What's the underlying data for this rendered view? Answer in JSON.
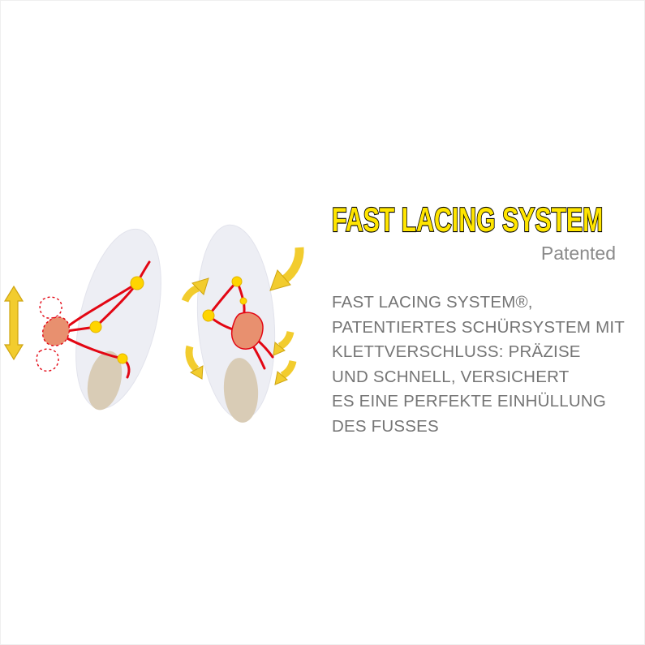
{
  "content": {
    "title": "FAST LACING SYSTEM",
    "patented": "Patented",
    "description_lines": [
      "FAST LACING SYSTEM®,",
      "PATENTIERTES SCHÜRSYSTEM MIT",
      "KLETTVERSCHLUSS: PRÄZISE",
      "UND SCHNELL, VERSICHERT",
      "ES EINE PERFEKTE EINHÜLLUNG",
      "DES FUSSES"
    ]
  },
  "colors": {
    "title_yellow": "#FFE500",
    "title_outline": "#000000",
    "patented_grey": "#8A8A8A",
    "body_text_grey": "#757575",
    "lace_red": "#E30613",
    "anchor_dot_yellow": "#FFD500",
    "arrow_yellow": "#F2CC2E",
    "arrow_outline": "#CFA512",
    "sole_grey": "#EDEEF4",
    "heel_pad_beige": "#D9CCB6",
    "pull_tab_salmon": "#E8906F",
    "background": "#FFFFFF"
  },
  "diagram": {
    "label": "Fast lacing system illustration: two shoe soles with red laces, yellow anchor dots, salmon pull tabs and yellow motion arrows"
  }
}
